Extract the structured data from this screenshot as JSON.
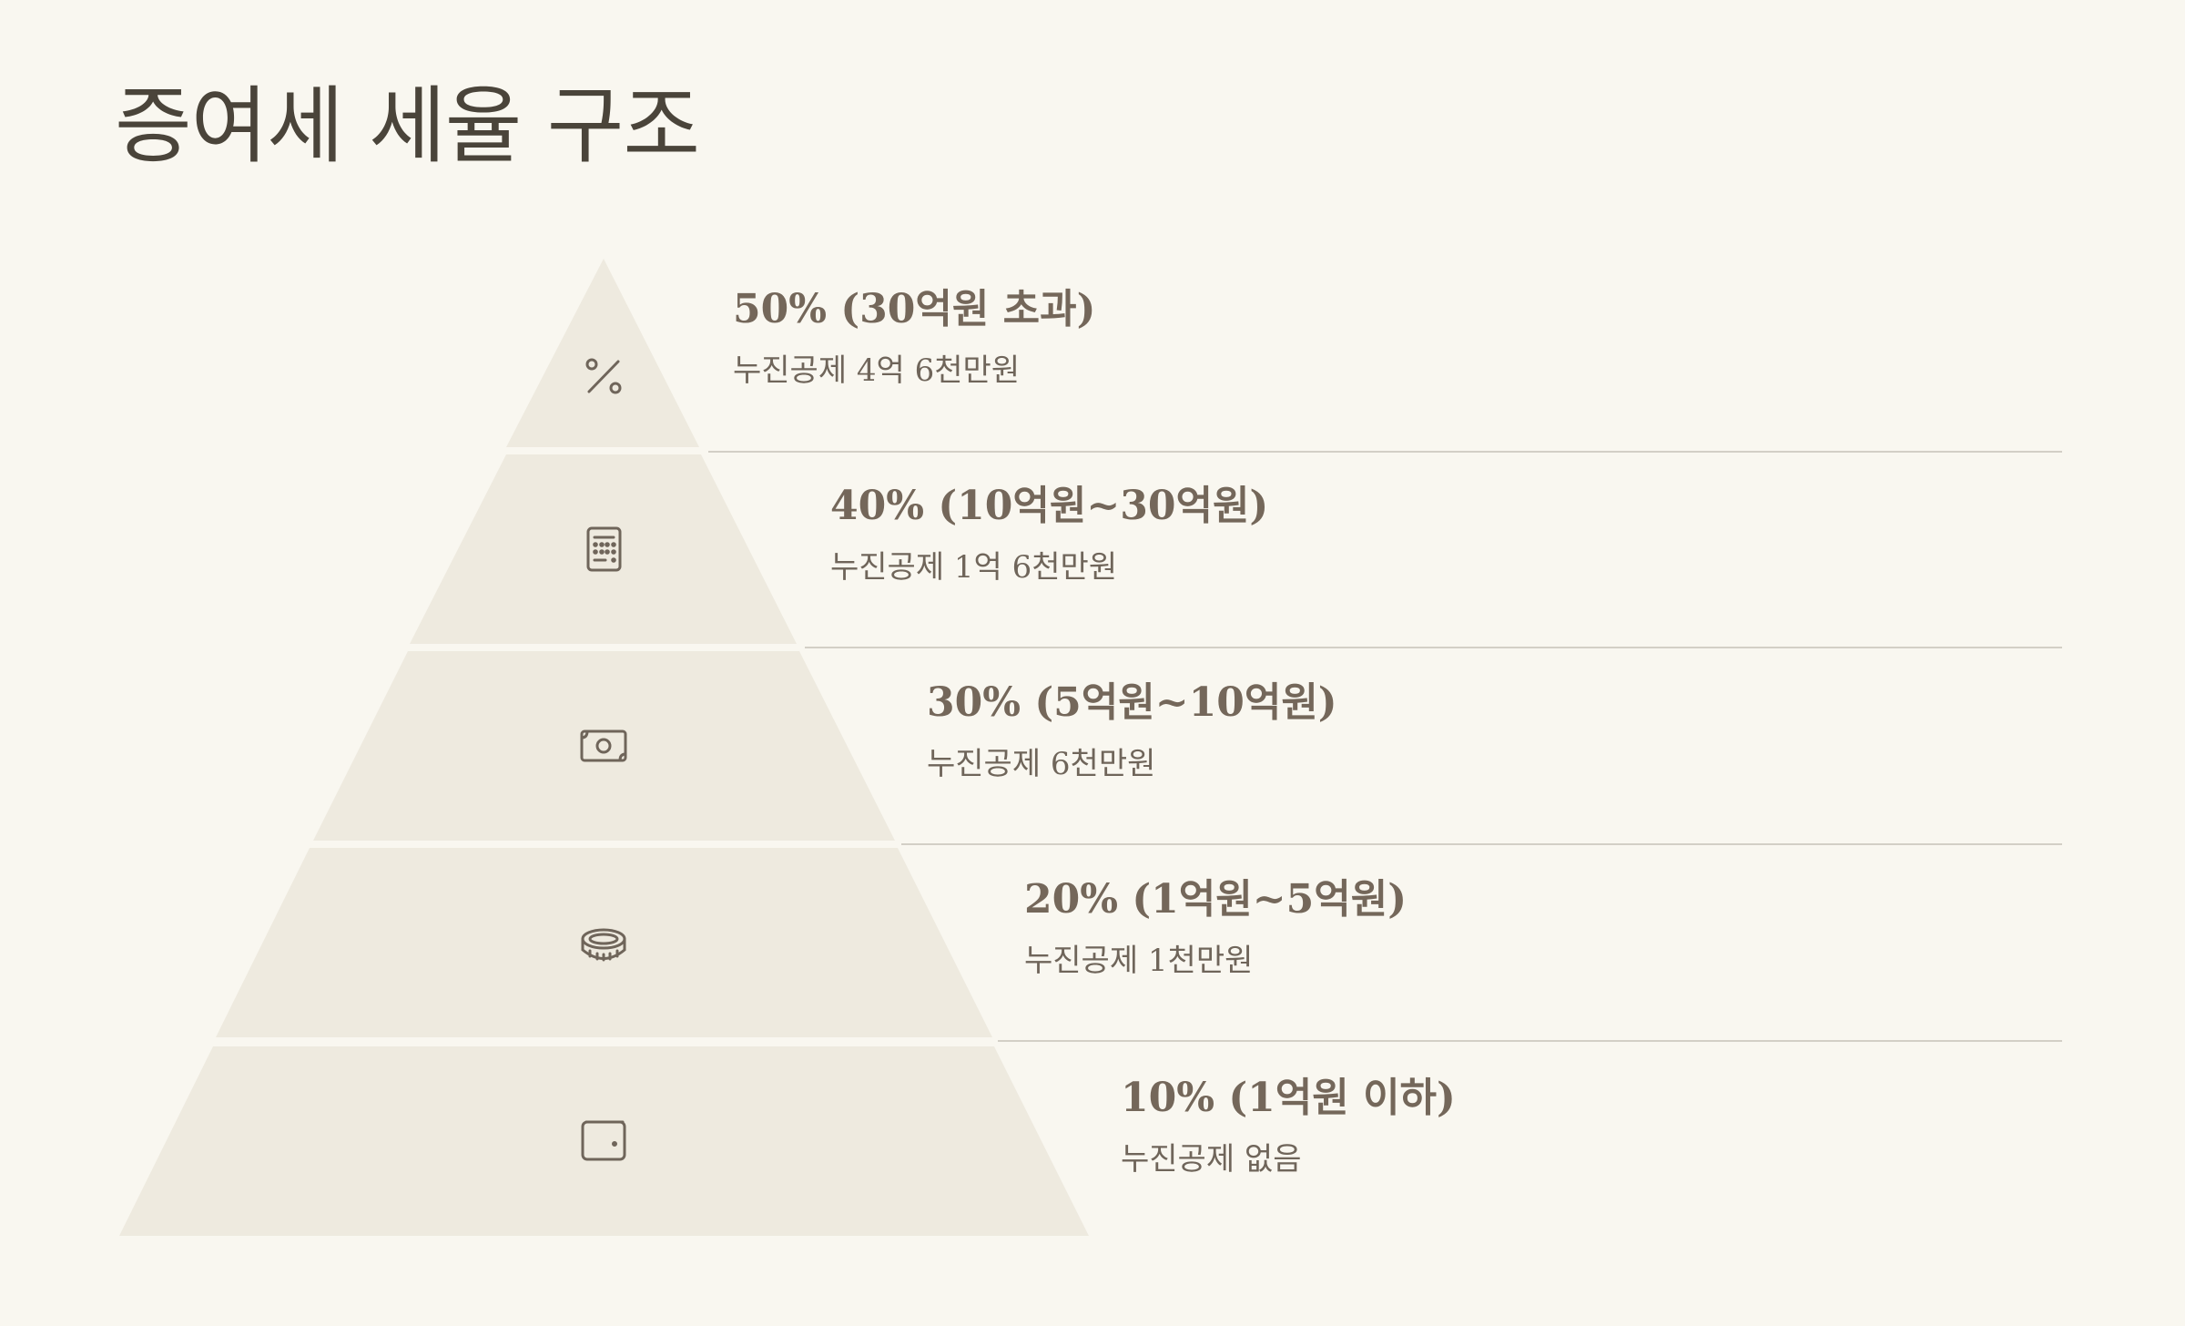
{
  "title": "증여세 세율 구조",
  "tiers": [
    {
      "heading": "50% (30억원 초과)",
      "sub": "누진공제 4억 6천만원",
      "icon": "percent-icon"
    },
    {
      "heading": "40% (10억원~30억원)",
      "sub": "누진공제 1억 6천만원",
      "icon": "calculator-icon"
    },
    {
      "heading": "30% (5억원~10억원)",
      "sub": "누진공제 6천만원",
      "icon": "banknote-icon"
    },
    {
      "heading": "20% (1억원~5억원)",
      "sub": "누진공제 1천만원",
      "icon": "coin-icon"
    },
    {
      "heading": "10% (1억원 이하)",
      "sub": "누진공제 없음",
      "icon": "wallet-icon"
    }
  ],
  "colors": {
    "background": "#f9f7f0",
    "pyramid_fill": "#eeeadf",
    "divider": "#d3cfc6",
    "icon_stroke": "#6f655a",
    "heading": "#74675a",
    "title": "#4a443a"
  }
}
